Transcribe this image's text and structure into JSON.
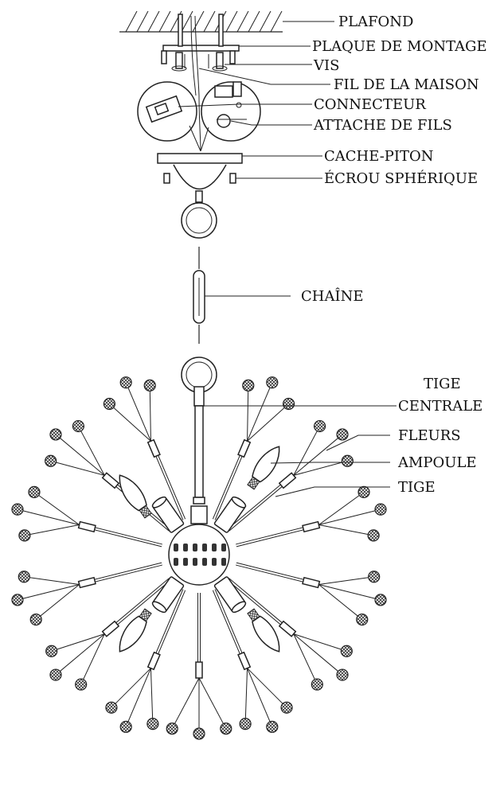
{
  "labels": {
    "plafond": "PLAFOND",
    "plaque": "PLAQUE DE MONTAGE",
    "vis": "VIS",
    "fil": "FIL DE LA MAISON",
    "connecteur": "CONNECTEUR",
    "attache": "ATTACHE DE FILS",
    "cache": "CACHE-PITON",
    "ecrou": "ÉCROU SPHÉRIQUE",
    "chaine": "CHAÎNE",
    "tige_centrale_1": "TIGE",
    "tige_centrale_2": "CENTRALE",
    "fleurs": "FLEURS",
    "ampoule": "AMPOULE",
    "tige": "TIGE"
  }
}
